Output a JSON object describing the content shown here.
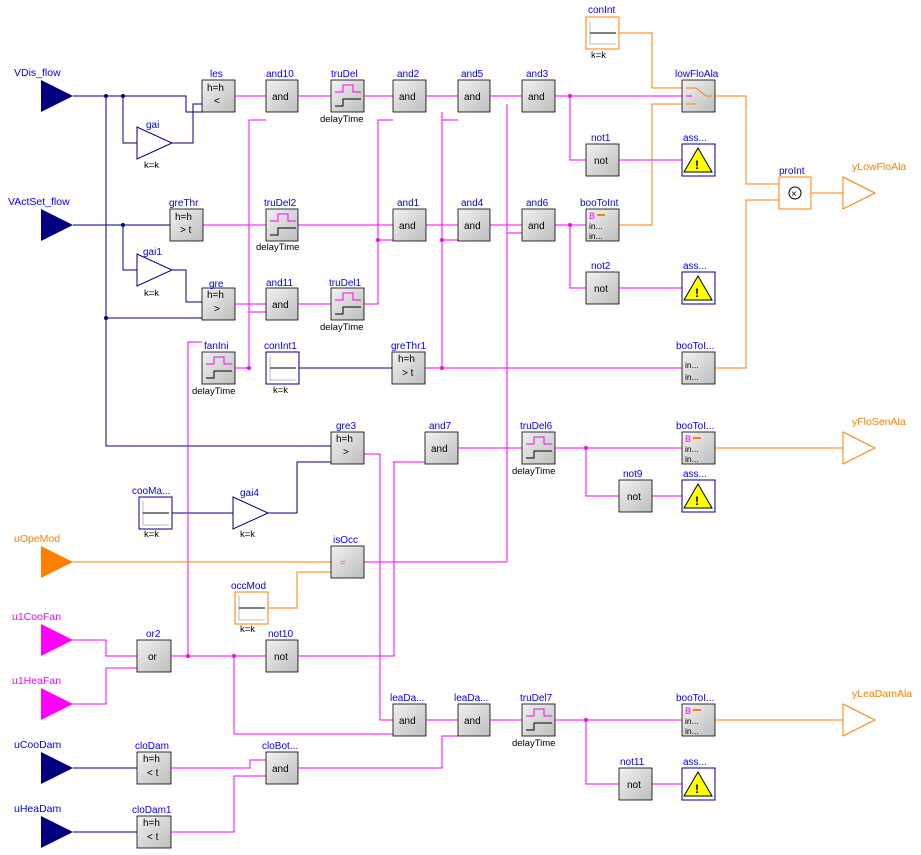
{
  "colors": {
    "real": "#00007f",
    "bool": "#ff00ff",
    "int": "#ff7f00",
    "label": "#0000ff",
    "block_fill": "#cccccc"
  },
  "inputs": {
    "vdis_flow": "VDis_flow",
    "vactset_flow": "VActSet_flow",
    "uopemod": "uOpeMod",
    "u1coofan": "u1CooFan",
    "u1heafan": "u1HeaFan",
    "ucoodam": "uCooDam",
    "uheadam": "uHeaDam"
  },
  "outputs": {
    "ylowfloala": "yLowFloAla",
    "yflosenala": "yFloSenAla",
    "yleadamala": "yLeaDamAla"
  },
  "blocks": {
    "les": {
      "name": "les",
      "param": "h=h",
      "sym": "<"
    },
    "gai": {
      "name": "gai",
      "param": "k=k"
    },
    "greThr": {
      "name": "greThr",
      "param": "h=h",
      "sym": "> t"
    },
    "gai1": {
      "name": "gai1",
      "param": "k=k"
    },
    "gre": {
      "name": "gre",
      "param": "h=h",
      "sym": ">"
    },
    "and10": {
      "name": "and10",
      "sym": "and"
    },
    "truDel": {
      "name": "truDel",
      "param": "delayTime"
    },
    "truDel2": {
      "name": "truDel2",
      "param": "delayTime"
    },
    "and11": {
      "name": "and11",
      "sym": "and"
    },
    "truDel1": {
      "name": "truDel1",
      "param": "delayTime"
    },
    "and2": {
      "name": "and2",
      "sym": "and"
    },
    "and5": {
      "name": "and5",
      "sym": "and"
    },
    "and3": {
      "name": "and3",
      "sym": "and"
    },
    "and1": {
      "name": "and1",
      "sym": "and"
    },
    "and4": {
      "name": "and4",
      "sym": "and"
    },
    "and6": {
      "name": "and6",
      "sym": "and"
    },
    "conInt": {
      "name": "conInt",
      "param": "k=k"
    },
    "lowFloAla": {
      "name": "lowFloAla"
    },
    "not1": {
      "name": "not1",
      "sym": "not"
    },
    "ass1": {
      "name": "ass..."
    },
    "booToInt": {
      "name": "booToInt",
      "in1": "in...",
      "in2": "in..."
    },
    "not2": {
      "name": "not2",
      "sym": "not"
    },
    "ass2": {
      "name": "ass..."
    },
    "proInt": {
      "name": "proInt",
      "sym": "×"
    },
    "fanIni": {
      "name": "fanIni",
      "param": "delayTime"
    },
    "conInt1": {
      "name": "conInt1",
      "param": "k=k"
    },
    "greThr1": {
      "name": "greThr1",
      "param": "h=h",
      "sym": "> t"
    },
    "booToI1": {
      "name": "booToI...",
      "in1": "in...",
      "in2": "in..."
    },
    "gre3": {
      "name": "gre3",
      "param": "h=h",
      "sym": ">"
    },
    "and7": {
      "name": "and7",
      "sym": "and"
    },
    "truDel6": {
      "name": "truDel6",
      "param": "delayTime"
    },
    "booToI2": {
      "name": "booToI...",
      "in1": "in...",
      "in2": "in..."
    },
    "not9": {
      "name": "not9",
      "sym": "not"
    },
    "ass3": {
      "name": "ass..."
    },
    "cooMa": {
      "name": "cooMa...",
      "param": "k=k"
    },
    "gai4": {
      "name": "gai4",
      "param": "k=k"
    },
    "isOcc": {
      "name": "isOcc",
      "sym": "="
    },
    "occMod": {
      "name": "occMod",
      "param": "k=k"
    },
    "or2": {
      "name": "or2",
      "sym": "or"
    },
    "not10": {
      "name": "not10",
      "sym": "not"
    },
    "leaDa1": {
      "name": "leaDa...",
      "sym": "and"
    },
    "leaDa2": {
      "name": "leaDa...",
      "sym": "and"
    },
    "truDel7": {
      "name": "truDel7",
      "param": "delayTime"
    },
    "booToI3": {
      "name": "booToI...",
      "in1": "in...",
      "in2": "in..."
    },
    "not11": {
      "name": "not11",
      "sym": "not"
    },
    "ass4": {
      "name": "ass..."
    },
    "cloDam": {
      "name": "cloDam",
      "param": "h=h",
      "sym": "< t"
    },
    "cloBot": {
      "name": "cloBot...",
      "sym": "and"
    },
    "cloDam1": {
      "name": "cloDam1",
      "param": "h=h",
      "sym": "< t"
    }
  }
}
